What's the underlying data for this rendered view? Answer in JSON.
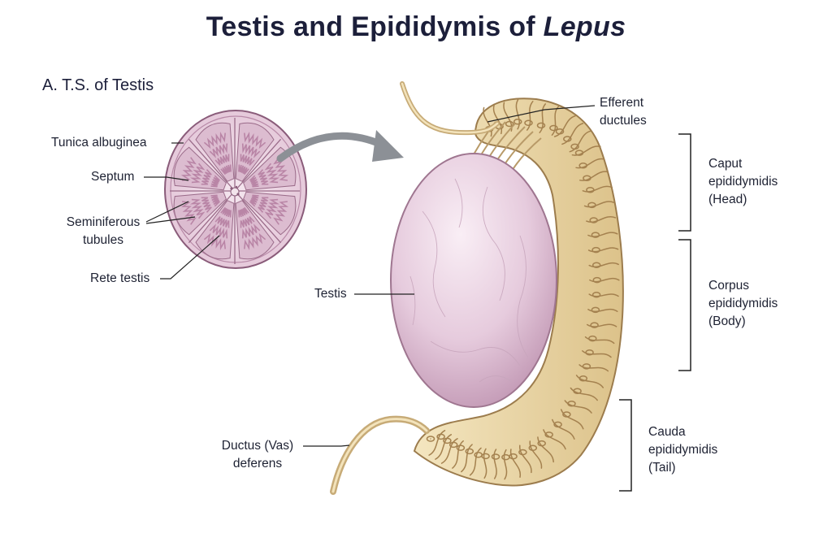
{
  "title": {
    "main": "Testis and Epididymis of ",
    "italic": "Lepus"
  },
  "section_label": "A.  T.S. of Testis",
  "labels": {
    "tunica": "Tunica albuginea",
    "septum": "Septum",
    "seminiferous_1": "Seminiferous",
    "seminiferous_2": "tubules",
    "rete": "Rete testis",
    "testis": "Testis",
    "efferent_1": "Efferent",
    "efferent_2": "ductules",
    "caput_1": "Caput",
    "caput_2": "epididymidis",
    "caput_3": "(Head)",
    "corpus_1": "Corpus",
    "corpus_2": "epididymidis",
    "corpus_3": "(Body)",
    "cauda_1": "Cauda",
    "cauda_2": "epididymidis",
    "cauda_3": "(Tail)",
    "ductus_1": "Ductus (Vas)",
    "ductus_2": "deferens"
  },
  "colors": {
    "testis": "#e9d3e1",
    "testis_shade": "#c9a3bd",
    "epididymis": "#ecd9a8",
    "epididymis_line": "#a8885a",
    "tubule": "#b985a6",
    "arrow": "#8c9096"
  }
}
